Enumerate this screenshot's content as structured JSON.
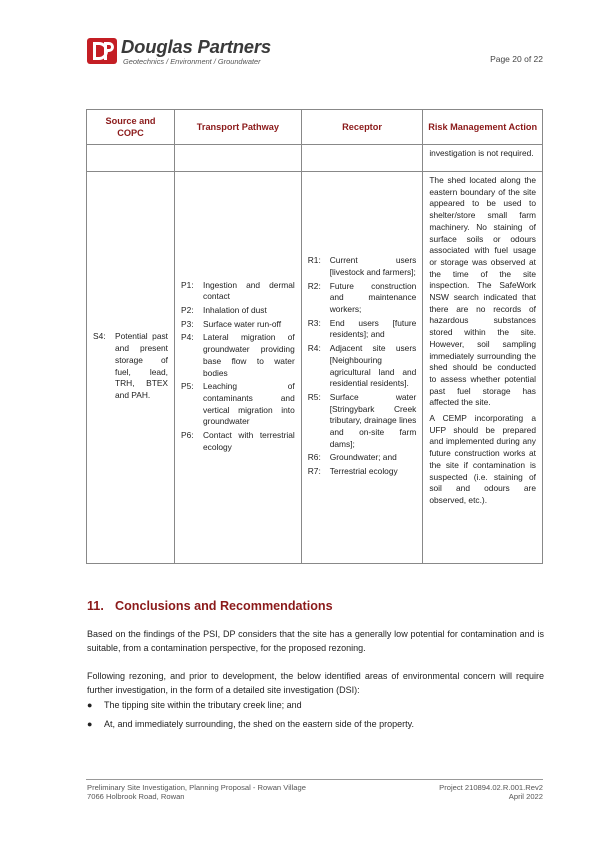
{
  "header": {
    "logo_name": "Douglas Partners",
    "logo_tagline": "Geotechnics  /  Environment  /  Groundwater",
    "page_number": "Page 20 of 22"
  },
  "table": {
    "headers": {
      "source": "Source and COPC",
      "pathway": "Transport Pathway",
      "receptor": "Receptor",
      "risk": "Risk Management Action"
    },
    "continued_risk": "investigation is not required.",
    "row": {
      "source_key": "S4:",
      "source_text": "Potential past and present storage of fuel, lead, TRH, BTEX and PAH.",
      "pathways": [
        {
          "k": "P1:",
          "v": "Ingestion and dermal contact"
        },
        {
          "k": "P2:",
          "v": "Inhalation of dust"
        },
        {
          "k": "P3:",
          "v": "Surface water run-off"
        },
        {
          "k": "P4:",
          "v": "Lateral migration of groundwater providing base flow to water bodies"
        },
        {
          "k": "P5:",
          "v": "Leaching of contaminants and vertical migration into groundwater"
        },
        {
          "k": "P6:",
          "v": "Contact with terrestrial ecology"
        }
      ],
      "receptors": [
        {
          "k": "R1:",
          "v": "Current users [livestock and farmers];"
        },
        {
          "k": "R2:",
          "v": "Future construction and maintenance workers;"
        },
        {
          "k": "R3:",
          "v": "End users [future residents]; and"
        },
        {
          "k": "R4:",
          "v": "Adjacent site users [Neighbouring agricultural land and residential residents]."
        },
        {
          "k": "R5:",
          "v": "Surface water [Stringybark Creek tributary, drainage lines and on-site farm dams];"
        },
        {
          "k": "R6:",
          "v": "Groundwater; and"
        },
        {
          "k": "R7:",
          "v": "Terrestrial ecology"
        }
      ],
      "risk_p1": "The shed located along the eastern boundary of the site appeared to be used to shelter/store small farm machinery. No staining of surface soils or odours associated with fuel usage or storage was observed at the time of the site inspection. The SafeWork NSW search indicated that there are no records of hazardous substances stored within the site. However, soil sampling immediately surrounding the shed should be conducted to assess whether potential past fuel storage has affected the site.",
      "risk_p2": "A CEMP incorporating a UFP should be prepared and implemented during any future construction works at the site if contamination is suspected (i.e. staining of soil and odours are observed, etc.)."
    }
  },
  "section": {
    "number": "11.",
    "title": "Conclusions and Recommendations",
    "para1": "Based on the findings of the PSI, DP considers that the site has a generally low potential for contamination and is suitable, from a contamination perspective, for the proposed rezoning.",
    "para2": "Following rezoning, and prior to development, the below identified areas of environmental concern will require further investigation, in the form of a detailed site investigation (DSI):",
    "bullets": [
      "The tipping site within the tributary creek line; and",
      "At, and immediately surrounding, the shed on the eastern side of the property."
    ]
  },
  "footer": {
    "left_line1": "Preliminary Site Investigation, Planning Proposal - Rowan Village",
    "left_line2": "7066 Holbrook Road, Rowan",
    "right_line1": "Project 210894.02.R.001.Rev2",
    "right_line2": "April 2022"
  },
  "colors": {
    "accent": "#8b1a1a",
    "logo_red": "#c41e24"
  },
  "icons": {
    "logo_mark": "dp-logo-mark-icon",
    "bullet": "bullet-icon"
  }
}
